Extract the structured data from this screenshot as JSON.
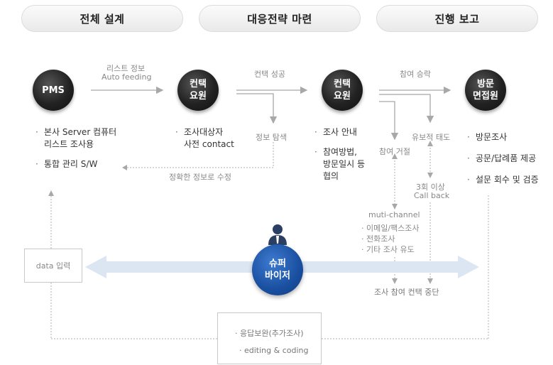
{
  "phases": [
    "전체 설계",
    "대응전략 마련",
    "진행 보고"
  ],
  "nodes": {
    "pms": "PMS",
    "agent1": [
      "컨택",
      "요원"
    ],
    "agent2": [
      "컨택",
      "요원"
    ],
    "interviewer": [
      "방문",
      "면접원"
    ],
    "supervisor": [
      "슈퍼",
      "바이저"
    ]
  },
  "flow_labels": {
    "list_info": "리스트 정보",
    "auto_feeding": "Auto feeding",
    "contact_success": "컨택 성공",
    "info_search": "정보 탐색",
    "correct_info": "정확한 정보로 수정",
    "participation_ok": "참여 승락",
    "participation_refused": "참여 거절",
    "favorable": "유보적 태도",
    "callback_1": "3회 이상",
    "callback_2": "Call back",
    "multi_channel": "muti-channel",
    "multi_items": [
      "이메일/팩스조사",
      "전화조사",
      "기타 조사 유도"
    ],
    "stop": "조사 참여 컨택 중단"
  },
  "pms_items": [
    "본사 Server 컴퓨터",
    "리스트 조사용",
    "통합 관리 S/W"
  ],
  "agent1_items": [
    "조사대상자",
    "사전 contact"
  ],
  "agent2_items": [
    "조사 안내",
    "참여방법,",
    "방문일시 등",
    "협의"
  ],
  "interviewer_items": [
    "방문조사",
    "공문/답례품 제공",
    "설문 회수 및 검증"
  ],
  "data_input": "data 입력",
  "bottom_box": [
    "응답보완(추가조사)",
    "editing & coding"
  ]
}
